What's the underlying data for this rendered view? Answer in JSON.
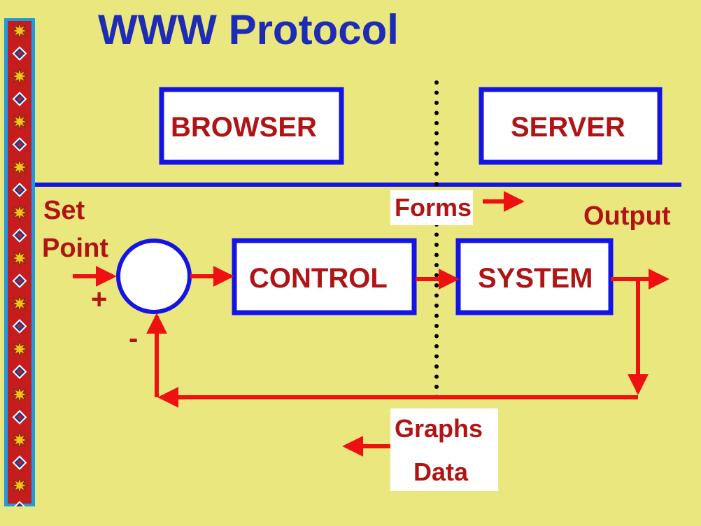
{
  "title": "WWW Protocol",
  "boxes": {
    "browser": "BROWSER",
    "server": "SERVER",
    "control": "CONTROL",
    "system": "SYSTEM"
  },
  "labels": {
    "set_point_line1": "Set",
    "set_point_line2": "Point",
    "plus": "+",
    "minus": "-",
    "forms": "Forms",
    "output": "Output",
    "graphs": "Graphs",
    "data": "Data"
  },
  "colors": {
    "background": "#eae77e",
    "box_border": "#1414e6",
    "arrow": "#ee1111",
    "title": "#1d2bb5",
    "text": "#b01414"
  },
  "icons": {
    "border_pattern": "southwestern-diamond-star-strip"
  }
}
